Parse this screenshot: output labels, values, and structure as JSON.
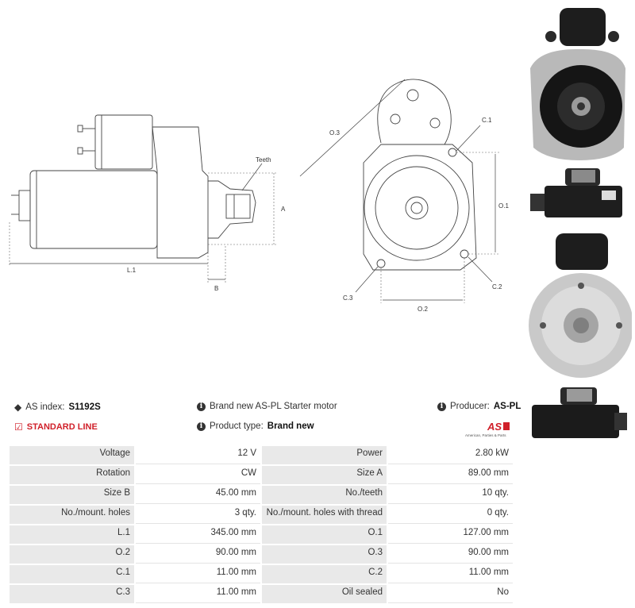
{
  "drawing_labels": {
    "teeth": "Teeth",
    "a": "A",
    "b": "B",
    "l1": "L.1",
    "o3": "O.3",
    "c1": "C.1",
    "o1": "O.1",
    "c2": "C.2",
    "c3": "C.3",
    "o2": "O.2"
  },
  "info": {
    "as_index_label": "AS index:",
    "as_index_value": "S1192S",
    "standard_line": "STANDARD LINE",
    "description": "Brand new AS-PL Starter motor",
    "product_type_label": "Product type:",
    "product_type_value": "Brand new",
    "producer_label": "Producer:",
    "producer_value": "AS-PL",
    "logo_text": "AS",
    "logo_tagline": "American, Parties & Parts"
  },
  "specs": [
    {
      "l1": "Voltage",
      "v1": "12 V",
      "l2": "Power",
      "v2": "2.80 kW"
    },
    {
      "l1": "Rotation",
      "v1": "CW",
      "l2": "Size A",
      "v2": "89.00 mm"
    },
    {
      "l1": "Size B",
      "v1": "45.00 mm",
      "l2": "No./teeth",
      "v2": "10 qty."
    },
    {
      "l1": "No./mount. holes",
      "v1": "3 qty.",
      "l2": "No./mount. holes with thread",
      "v2": "0 qty."
    },
    {
      "l1": "L.1",
      "v1": "345.00 mm",
      "l2": "O.1",
      "v2": "127.00 mm"
    },
    {
      "l1": "O.2",
      "v1": "90.00 mm",
      "l2": "O.3",
      "v2": "90.00 mm"
    },
    {
      "l1": "C.1",
      "v1": "11.00 mm",
      "l2": "C.2",
      "v2": "11.00 mm"
    },
    {
      "l1": "C.3",
      "v1": "11.00 mm",
      "l2": "Oil sealed",
      "v2": "No"
    }
  ]
}
